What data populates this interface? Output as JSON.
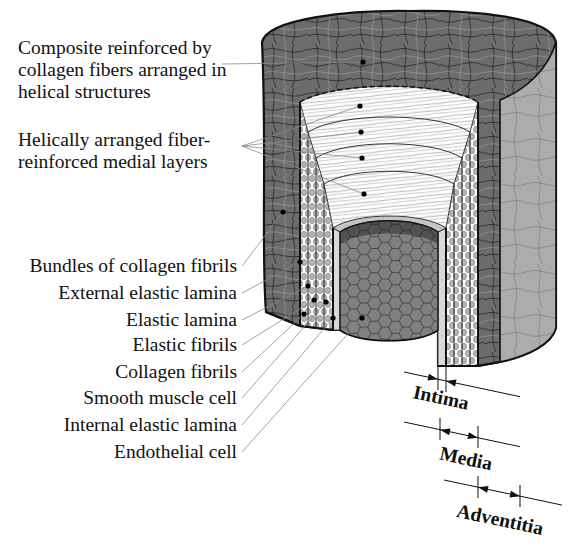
{
  "diagram": {
    "labels": [
      "Composite reinforced by collagen fibers arranged in helical structures",
      "Helically arranged fiber-reinforced medial layers",
      "Bundles of collagen fibrils",
      "External elastic lamina",
      "Elastic lamina",
      "Elastic fibrils",
      "Collagen fibrils",
      "Smooth muscle cell",
      "Internal elastic lamina",
      "Endothelial cell",
      "Intima",
      "Media",
      "Adventitia"
    ]
  }
}
